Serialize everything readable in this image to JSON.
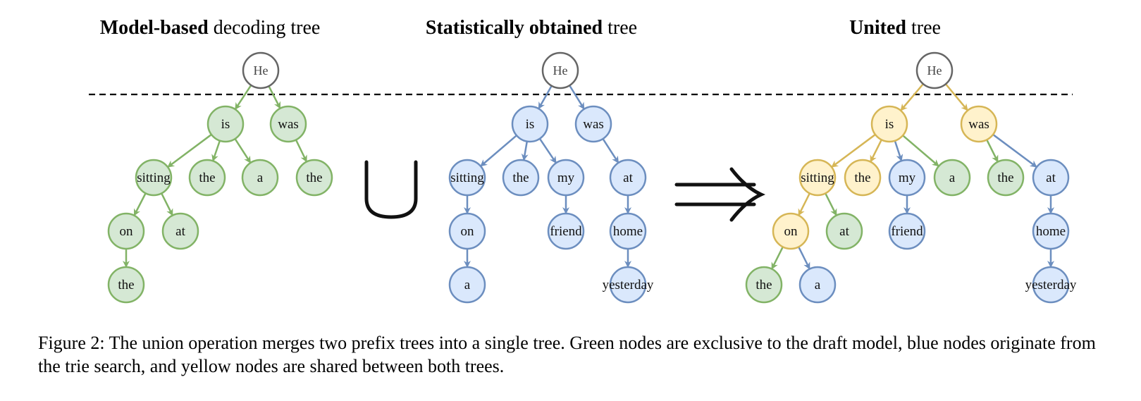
{
  "titles": {
    "left": {
      "bold": "Model-based",
      "rest": "decoding tree"
    },
    "middle": {
      "bold": "Statistically obtained",
      "rest": "tree"
    },
    "right": {
      "bold": "United",
      "rest": "tree"
    }
  },
  "symbols": {
    "union": "∪",
    "implies": "⇒"
  },
  "caption": "Figure 2: The union operation merges two prefix trees into a single tree. Green nodes are exclusive to the draft model, blue nodes originate from the trie search, and yellow nodes are shared between both trees.",
  "colors": {
    "green": {
      "fill": "#d5e8d4",
      "stroke": "#82b366"
    },
    "blue": {
      "fill": "#dae8fc",
      "stroke": "#6c8ebf"
    },
    "yellow": {
      "fill": "#fff2cc",
      "stroke": "#d6b656"
    },
    "root": {
      "fill": "#ffffff",
      "stroke": "#666666"
    }
  },
  "trees": [
    {
      "id": "model",
      "nodes": [
        {
          "id": "He",
          "label": "He",
          "color": "root"
        },
        {
          "id": "is",
          "label": "is",
          "color": "green"
        },
        {
          "id": "was",
          "label": "was",
          "color": "green"
        },
        {
          "id": "sitting",
          "label": "sitting",
          "color": "green"
        },
        {
          "id": "the1",
          "label": "the",
          "color": "green"
        },
        {
          "id": "a1",
          "label": "a",
          "color": "green"
        },
        {
          "id": "the2",
          "label": "the",
          "color": "green"
        },
        {
          "id": "on",
          "label": "on",
          "color": "green"
        },
        {
          "id": "at1",
          "label": "at",
          "color": "green"
        },
        {
          "id": "the3",
          "label": "the",
          "color": "green"
        }
      ],
      "edges": [
        {
          "from": "He",
          "to": "is",
          "color": "green"
        },
        {
          "from": "He",
          "to": "was",
          "color": "green"
        },
        {
          "from": "is",
          "to": "sitting",
          "color": "green"
        },
        {
          "from": "is",
          "to": "the1",
          "color": "green"
        },
        {
          "from": "is",
          "to": "a1",
          "color": "green"
        },
        {
          "from": "was",
          "to": "the2",
          "color": "green"
        },
        {
          "from": "sitting",
          "to": "on",
          "color": "green"
        },
        {
          "from": "sitting",
          "to": "at1",
          "color": "green"
        },
        {
          "from": "on",
          "to": "the3",
          "color": "green"
        }
      ]
    },
    {
      "id": "statistical",
      "nodes": [
        {
          "id": "He",
          "label": "He",
          "color": "root"
        },
        {
          "id": "is",
          "label": "is",
          "color": "blue"
        },
        {
          "id": "was",
          "label": "was",
          "color": "blue"
        },
        {
          "id": "sitting",
          "label": "sitting",
          "color": "blue"
        },
        {
          "id": "the1",
          "label": "the",
          "color": "blue"
        },
        {
          "id": "my",
          "label": "my",
          "color": "blue"
        },
        {
          "id": "at1",
          "label": "at",
          "color": "blue"
        },
        {
          "id": "on",
          "label": "on",
          "color": "blue"
        },
        {
          "id": "friend",
          "label": "friend",
          "color": "blue"
        },
        {
          "id": "home",
          "label": "home",
          "color": "blue"
        },
        {
          "id": "a1",
          "label": "a",
          "color": "blue"
        },
        {
          "id": "yesterday",
          "label": "yesterday",
          "color": "blue"
        }
      ],
      "edges": [
        {
          "from": "He",
          "to": "is",
          "color": "blue"
        },
        {
          "from": "He",
          "to": "was",
          "color": "blue"
        },
        {
          "from": "is",
          "to": "sitting",
          "color": "blue"
        },
        {
          "from": "is",
          "to": "the1",
          "color": "blue"
        },
        {
          "from": "is",
          "to": "my",
          "color": "blue"
        },
        {
          "from": "was",
          "to": "at1",
          "color": "blue"
        },
        {
          "from": "sitting",
          "to": "on",
          "color": "blue"
        },
        {
          "from": "my",
          "to": "friend",
          "color": "blue"
        },
        {
          "from": "at1",
          "to": "home",
          "color": "blue"
        },
        {
          "from": "on",
          "to": "a1",
          "color": "blue"
        },
        {
          "from": "home",
          "to": "yesterday",
          "color": "blue"
        }
      ]
    },
    {
      "id": "united",
      "nodes": [
        {
          "id": "He",
          "label": "He",
          "color": "root"
        },
        {
          "id": "is",
          "label": "is",
          "color": "yellow"
        },
        {
          "id": "was",
          "label": "was",
          "color": "yellow"
        },
        {
          "id": "sitting",
          "label": "sitting",
          "color": "yellow"
        },
        {
          "id": "the1",
          "label": "the",
          "color": "yellow"
        },
        {
          "id": "my",
          "label": "my",
          "color": "blue"
        },
        {
          "id": "a1",
          "label": "a",
          "color": "green"
        },
        {
          "id": "the2",
          "label": "the",
          "color": "green"
        },
        {
          "id": "at2",
          "label": "at",
          "color": "blue"
        },
        {
          "id": "on",
          "label": "on",
          "color": "yellow"
        },
        {
          "id": "at1",
          "label": "at",
          "color": "green"
        },
        {
          "id": "friend",
          "label": "friend",
          "color": "blue"
        },
        {
          "id": "home",
          "label": "home",
          "color": "blue"
        },
        {
          "id": "the3",
          "label": "the",
          "color": "green"
        },
        {
          "id": "a2",
          "label": "a",
          "color": "blue"
        },
        {
          "id": "yesterday",
          "label": "yesterday",
          "color": "blue"
        }
      ],
      "edges": [
        {
          "from": "He",
          "to": "is",
          "color": "yellow"
        },
        {
          "from": "He",
          "to": "was",
          "color": "yellow"
        },
        {
          "from": "is",
          "to": "sitting",
          "color": "yellow"
        },
        {
          "from": "is",
          "to": "the1",
          "color": "yellow"
        },
        {
          "from": "is",
          "to": "my",
          "color": "blue"
        },
        {
          "from": "is",
          "to": "a1",
          "color": "green"
        },
        {
          "from": "was",
          "to": "the2",
          "color": "green"
        },
        {
          "from": "was",
          "to": "at2",
          "color": "blue"
        },
        {
          "from": "sitting",
          "to": "on",
          "color": "yellow"
        },
        {
          "from": "sitting",
          "to": "at1",
          "color": "green"
        },
        {
          "from": "my",
          "to": "friend",
          "color": "blue"
        },
        {
          "from": "at2",
          "to": "home",
          "color": "blue"
        },
        {
          "from": "on",
          "to": "the3",
          "color": "green"
        },
        {
          "from": "on",
          "to": "a2",
          "color": "blue"
        },
        {
          "from": "home",
          "to": "yesterday",
          "color": "blue"
        }
      ]
    }
  ]
}
